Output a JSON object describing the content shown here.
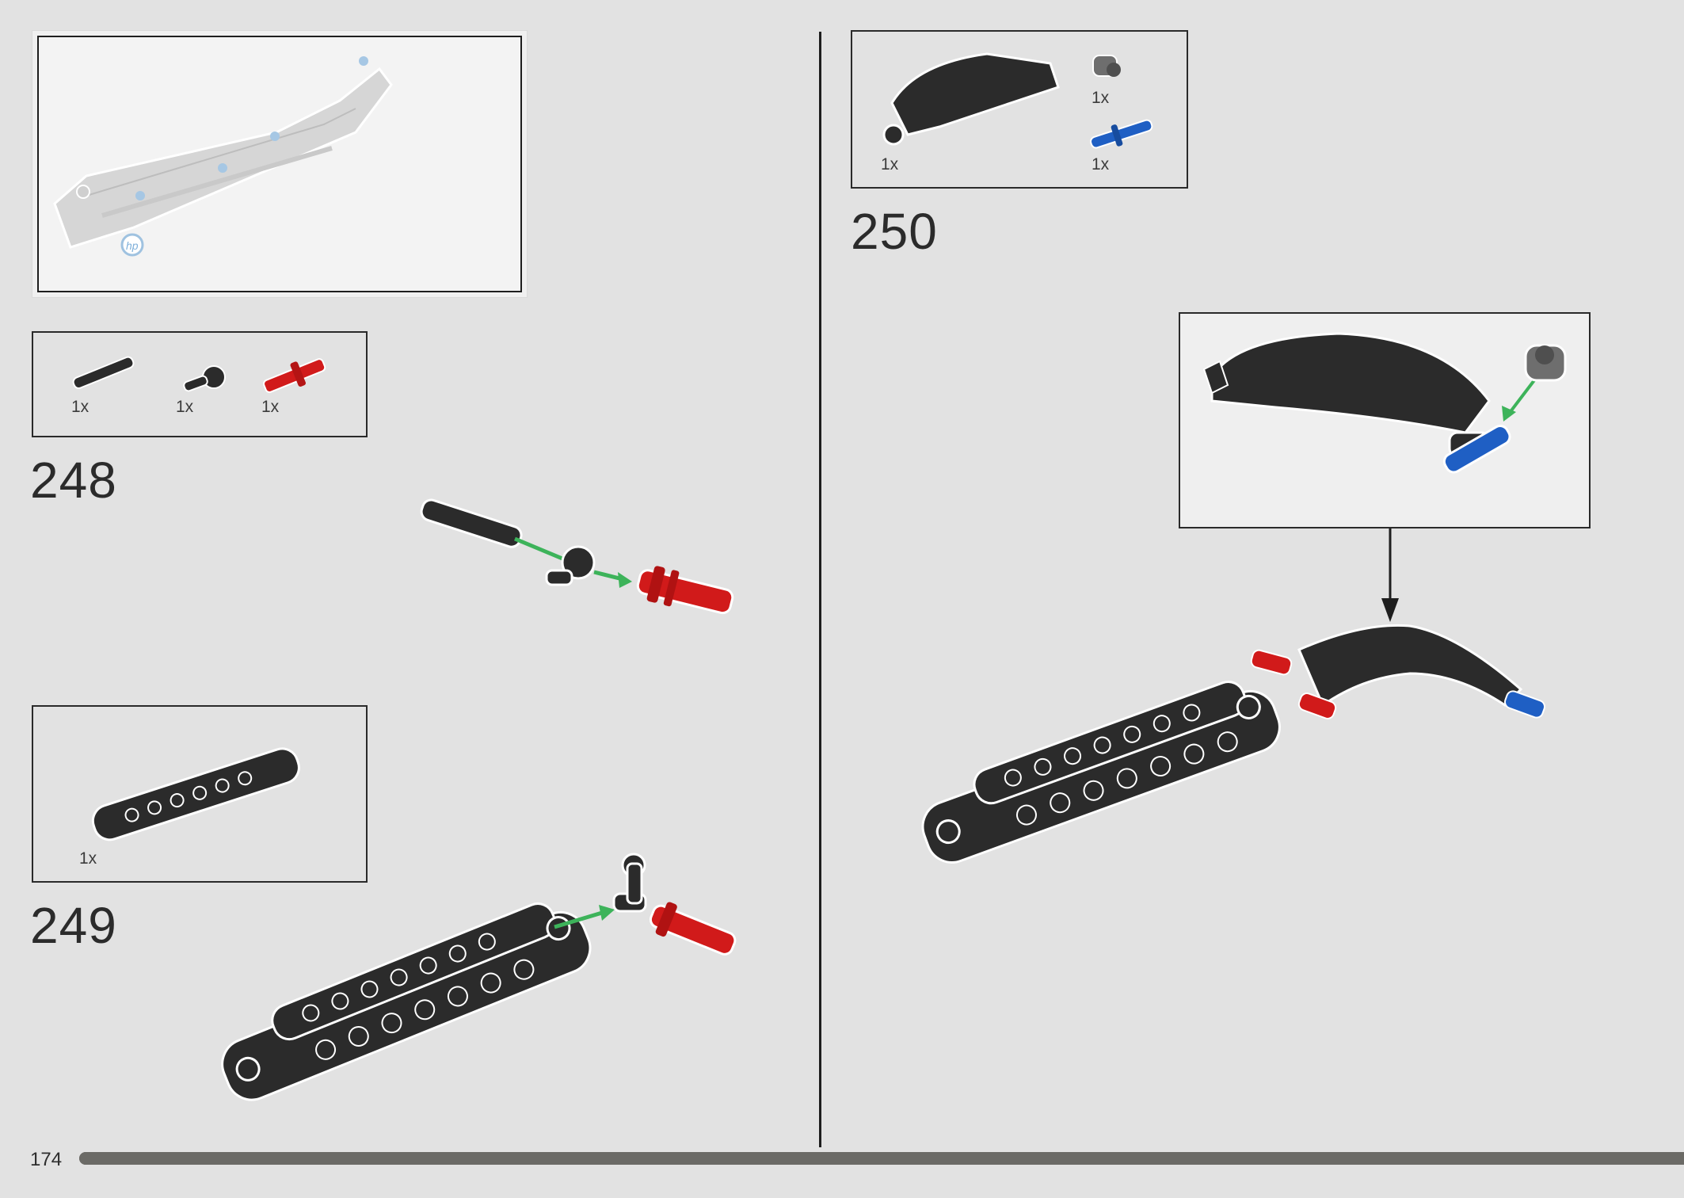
{
  "page": {
    "number": "174",
    "progress_fraction": 1.0
  },
  "steps": [
    {
      "number": "248",
      "parts": [
        {
          "qty": "1x"
        },
        {
          "qty": "1x"
        },
        {
          "qty": "1x"
        }
      ]
    },
    {
      "number": "249",
      "parts": [
        {
          "qty": "1x"
        }
      ]
    },
    {
      "number": "250",
      "parts": [
        {
          "qty": "1x"
        },
        {
          "qty": "1x"
        },
        {
          "qty": "1x"
        }
      ]
    }
  ],
  "colors": {
    "background": "#e2e2e2",
    "part_black": "#2b2b2b",
    "part_red": "#d11a1a",
    "part_blue": "#1f5fc4",
    "part_grey": "#6e6e6e",
    "arrow_green": "#3db35a"
  },
  "icons": {
    "hp_logo": "hp-logo-icon"
  }
}
